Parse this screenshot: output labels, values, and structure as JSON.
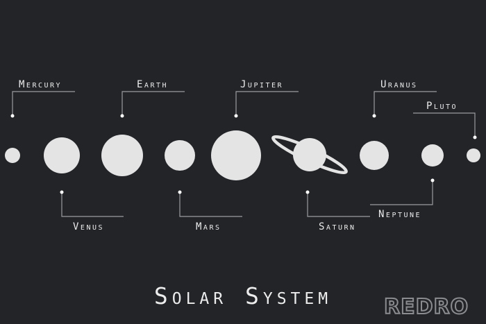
{
  "title": "Solar System",
  "watermark": "REDRO",
  "colors": {
    "background": "#222428",
    "planet": "#e4e4e4",
    "text": "#ececec",
    "leader_line": "#9a9ca0"
  },
  "planets": [
    {
      "name": "Mercury"
    },
    {
      "name": "Venus"
    },
    {
      "name": "Earth"
    },
    {
      "name": "Mars"
    },
    {
      "name": "Jupiter"
    },
    {
      "name": "Saturn"
    },
    {
      "name": "Uranus"
    },
    {
      "name": "Neptune"
    },
    {
      "name": "Pluto"
    }
  ]
}
